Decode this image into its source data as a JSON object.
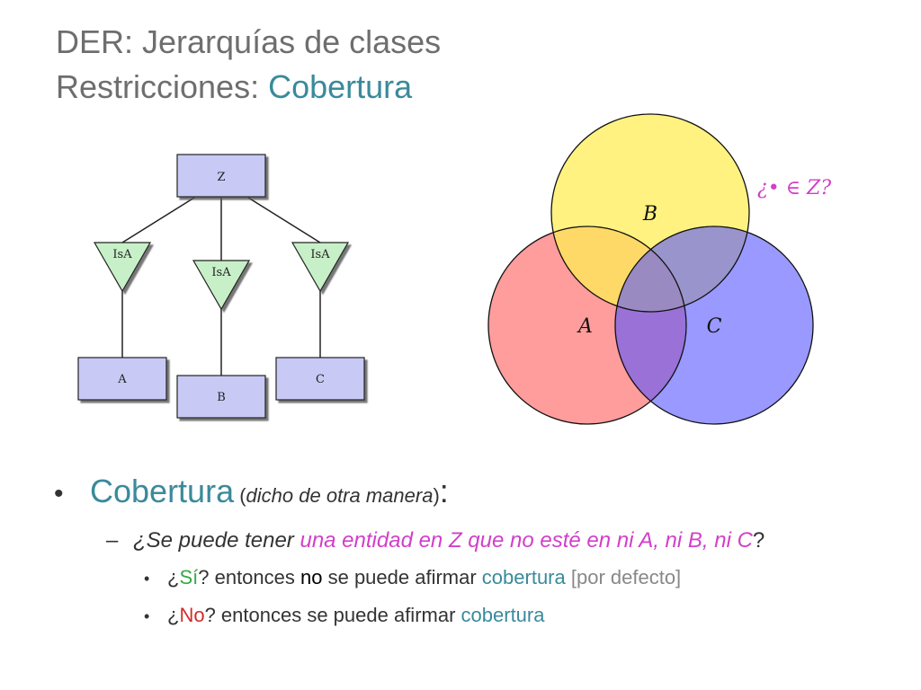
{
  "title": {
    "line1": "DER: Jerarquías de clases",
    "line2_prefix": "Restricciones: ",
    "line2_accent": "Cobertura"
  },
  "er_diagram": {
    "entities": {
      "z": "Z",
      "a": "A",
      "b": "B",
      "c": "C"
    },
    "isa_labels": [
      "IsA",
      "IsA",
      "IsA"
    ]
  },
  "venn": {
    "labels": {
      "a": "A",
      "b": "B",
      "c": "C"
    },
    "question": "¿• ∈ Z?"
  },
  "colors": {
    "title_gray": "#6e6e6e",
    "teal": "#3a8a9a",
    "magenta": "#d23fc8",
    "green": "#3aa848",
    "red": "#d42a2a",
    "entity_fill": "#c8caf5",
    "isa_fill": "#c8f0c8",
    "venn_yellow": "#fff475",
    "venn_red": "#ff8c8c",
    "venn_blue": "#8080ff"
  },
  "bullets": {
    "main": {
      "bullet": "•",
      "term": "Cobertura",
      "paren_open": " (",
      "paren_text": "dicho de otra manera",
      "paren_close": ")",
      "colon": ":"
    },
    "sub": {
      "dash": "–",
      "q_prefix": "¿Se puede tener ",
      "q_highlight": "una entidad en Z que no esté en ni A, ni B, ni C",
      "q_suffix": "?"
    },
    "items": [
      {
        "bullet": "•",
        "open": "¿",
        "answer": "Sí",
        "mid1": "? entonces ",
        "strong": "no",
        "mid2": " se puede afirmar ",
        "term": "cobertura",
        "suffix": " [por defecto]"
      },
      {
        "bullet": "•",
        "open": "¿",
        "answer": "No",
        "mid1": "? entonces se puede afirmar ",
        "term": "cobertura"
      }
    ]
  }
}
